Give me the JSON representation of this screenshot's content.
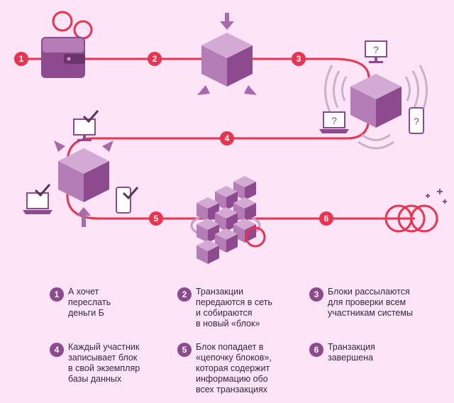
{
  "steps": [
    {
      "num": "1",
      "text": "А хочет\nпереслать\nденьги Б"
    },
    {
      "num": "2",
      "text": "Транзакции\nпередаются в сеть\nи собираются\nв новый «блок»"
    },
    {
      "num": "3",
      "text": "Блоки рассылаются\nдля проверки всем\nучастникам  системы"
    },
    {
      "num": "4",
      "text": "Каждый участник\nзаписывает блок\nв свой экземпляр\nбазы данных"
    },
    {
      "num": "5",
      "text": "Блок попадает в\n«цепочку блоков»,\nкоторая содержит\nинформацию обо\nвсех транзакциях"
    },
    {
      "num": "6",
      "text": "Транзакция\nзавершена"
    }
  ],
  "icon_labels": {
    "question": "?"
  },
  "colors": {
    "background": "#fde4f7",
    "line": "#e8344f",
    "cube_light": "#c79ac9",
    "cube_mid": "#a86aa8",
    "cube_dark": "#8e4a8f",
    "badge": "#e8344f"
  }
}
